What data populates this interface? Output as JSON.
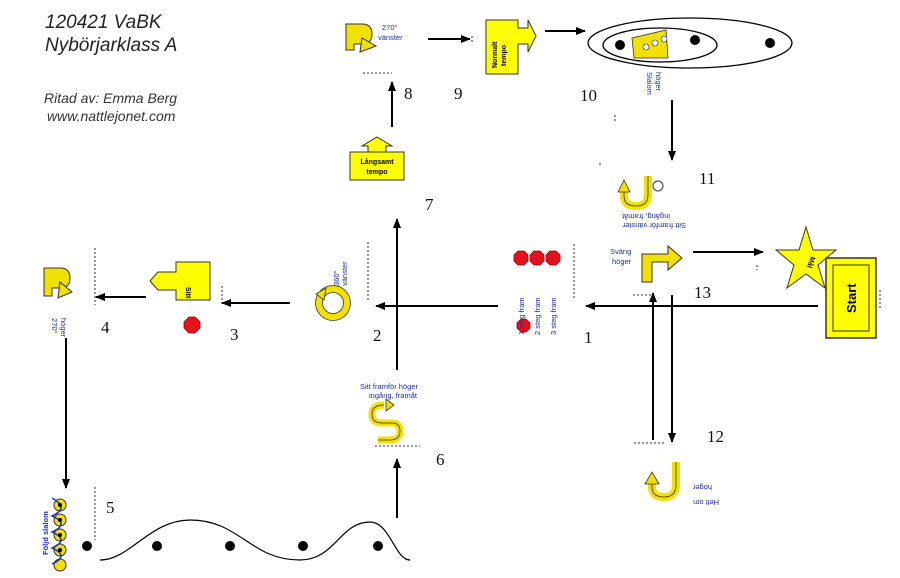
{
  "header": {
    "title_line1": "120421 VaBK",
    "title_line2": "Nybörjarklass A",
    "drawn_by": "Ritad av: Emma Berg",
    "website": "www.nattlejonet.com"
  },
  "stations": [
    {
      "number": "1",
      "label_lines": [
        "1 steg fram",
        "2 steg fram",
        "3 steg fram"
      ]
    },
    {
      "number": "2",
      "label_lines": [
        "360°",
        "vänster"
      ]
    },
    {
      "number": "3",
      "label_lines": [
        "Sitt"
      ]
    },
    {
      "number": "4",
      "label_lines": [
        "270°",
        "höger"
      ]
    },
    {
      "number": "5",
      "label_lines": [
        "Följd slalom"
      ]
    },
    {
      "number": "6",
      "label_lines": [
        "Sitt framför höger",
        "ingång, framåt"
      ]
    },
    {
      "number": "7",
      "label_lines": [
        "Långsamt",
        "tempo"
      ]
    },
    {
      "number": "8",
      "label_lines": [
        "270°",
        "vänster"
      ]
    },
    {
      "number": "9",
      "label_lines": [
        "Normalt",
        "tempo"
      ]
    },
    {
      "number": "10",
      "label_lines": [
        "Slalom",
        "höger"
      ]
    },
    {
      "number": "11",
      "label_lines": [
        "Sitt framför vänster",
        "ingång, framåt"
      ]
    },
    {
      "number": "12",
      "label_lines": [
        "Helt om",
        "höger"
      ]
    },
    {
      "number": "13",
      "label_lines": [
        "Sväng",
        "höger"
      ]
    }
  ],
  "start_label": "Start",
  "finish_label": "Mål",
  "colors": {
    "sign": "#ffff00",
    "stop": "#e8101a",
    "text": "#1a2fa8",
    "line": "#000000"
  }
}
